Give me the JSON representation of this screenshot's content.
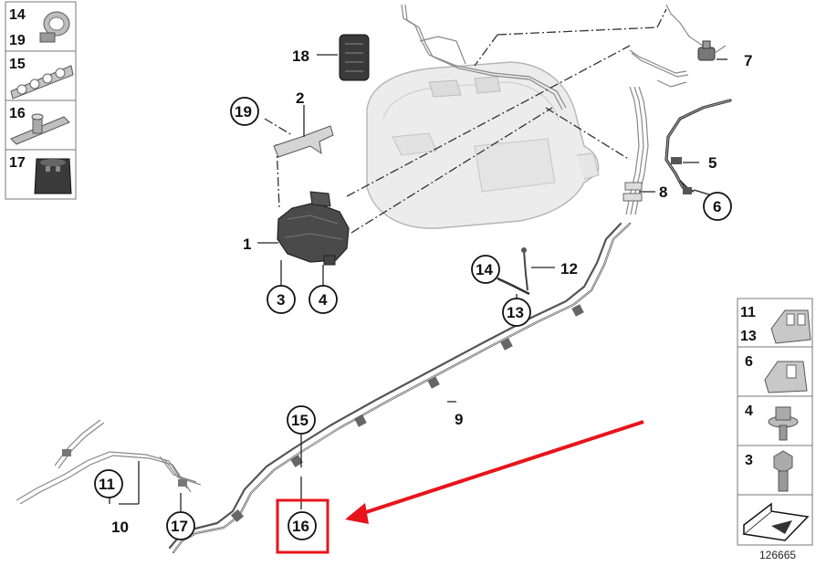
{
  "diagram": {
    "reference_number": "126665",
    "callouts": {
      "c1": "1",
      "c2": "2",
      "c3": "3",
      "c4": "4",
      "c5": "5",
      "c6": "6",
      "c7": "7",
      "c8": "8",
      "c9": "9",
      "c10": "10",
      "c11": "11",
      "c12": "12",
      "c13": "13",
      "c14": "14",
      "c15": "15",
      "c16": "16",
      "c17": "17",
      "c18": "18",
      "c19": "19"
    },
    "left_legend": [
      {
        "labels": [
          "14",
          "19"
        ],
        "icon": "hose-clamp-icon"
      },
      {
        "labels": [
          "15"
        ],
        "icon": "multi-clip-icon"
      },
      {
        "labels": [
          "16"
        ],
        "icon": "pipe-holder-icon"
      },
      {
        "labels": [
          "17"
        ],
        "icon": "rubber-grommet-icon"
      }
    ],
    "right_legend": [
      {
        "labels": [
          "11",
          "13"
        ],
        "icon": "double-clip-icon"
      },
      {
        "labels": [
          "6"
        ],
        "icon": "single-clip-icon"
      },
      {
        "labels": [
          "4"
        ],
        "icon": "collar-bolt-icon"
      },
      {
        "labels": [
          "3"
        ],
        "icon": "hex-bolt-icon"
      },
      {
        "labels": [],
        "icon": "shim-plate-icon"
      }
    ],
    "highlight": {
      "target": "16",
      "color": "#e8141b"
    }
  }
}
